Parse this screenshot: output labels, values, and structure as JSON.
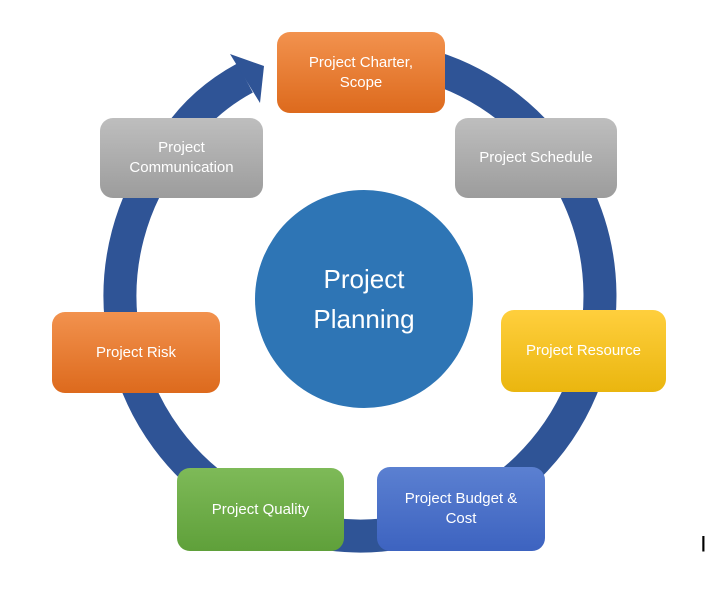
{
  "diagram": {
    "type": "cycle",
    "center": {
      "label": "Project Planning",
      "fill": "#2E75B5",
      "text_color": "#FFFFFF"
    },
    "arrow": {
      "color": "#2F5496",
      "direction": "clockwise",
      "head": "arrowhead pointing up-right toward top node"
    },
    "nodes": [
      {
        "label": "Project Charter, Scope",
        "position": "top",
        "color_top": "#F2924E",
        "color_bottom": "#DD6A1D"
      },
      {
        "label": "Project Schedule",
        "position": "top-right",
        "color_top": "#BEBEBE",
        "color_bottom": "#9C9C9C"
      },
      {
        "label": "Project Resource",
        "position": "right",
        "color_top": "#FFCF3D",
        "color_bottom": "#EAB60F"
      },
      {
        "label": "Project Budget & Cost",
        "position": "bottom-right",
        "color_top": "#5B80D1",
        "color_bottom": "#3D63C0"
      },
      {
        "label": "Project Quality",
        "position": "bottom-left",
        "color_top": "#7EBA58",
        "color_bottom": "#5FA03A"
      },
      {
        "label": "Project Risk",
        "position": "left",
        "color_top": "#F2924E",
        "color_bottom": "#DD6A1D"
      },
      {
        "label": "Project Communication",
        "position": "top-left",
        "color_top": "#BEBEBE",
        "color_bottom": "#9C9C9C"
      }
    ],
    "text_cursor_artifact": "|"
  }
}
